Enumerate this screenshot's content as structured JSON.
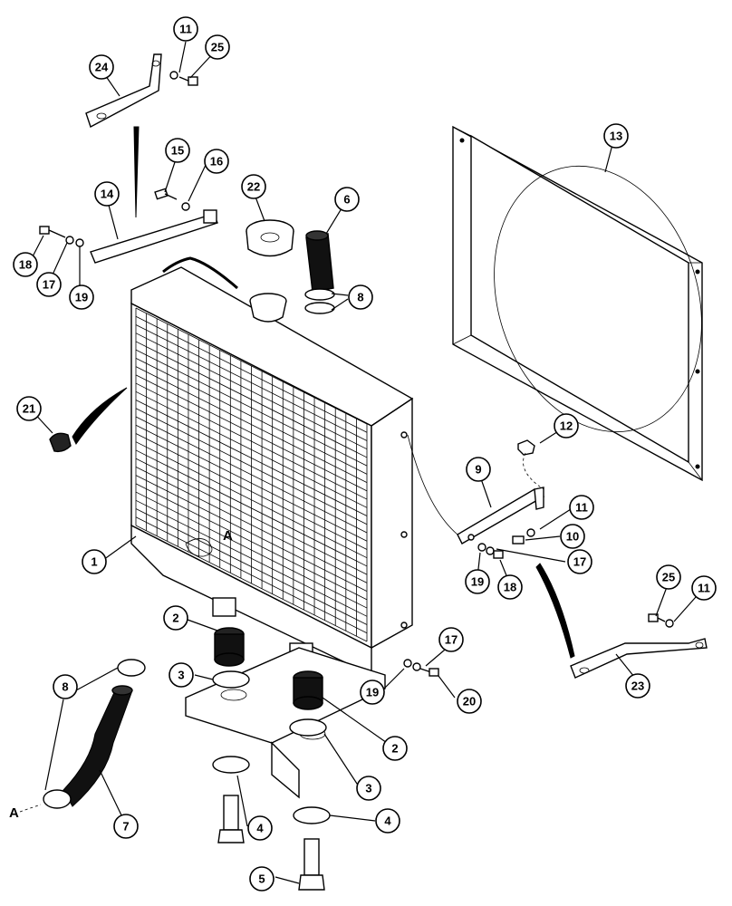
{
  "callouts": {
    "c1": "1",
    "c2a": "2",
    "c2b": "2",
    "c3a": "3",
    "c3b": "3",
    "c4a": "4",
    "c4b": "4",
    "c5": "5",
    "c6": "6",
    "c7": "7",
    "c8a": "8",
    "c8b": "8",
    "c9": "9",
    "c10": "10",
    "c11a": "11",
    "c11b": "11",
    "c11c": "11",
    "c12": "12",
    "c13": "13",
    "c14": "14",
    "c15": "15",
    "c16": "16",
    "c17a": "17",
    "c17b": "17",
    "c17c": "17",
    "c18a": "18",
    "c18b": "18",
    "c19a": "19",
    "c19b": "19",
    "c19c": "19",
    "c20": "20",
    "c21": "21",
    "c22": "22",
    "c23": "23",
    "c24": "24",
    "c25a": "25",
    "c25b": "25"
  },
  "markers": {
    "a1": "A",
    "a2": "A"
  }
}
